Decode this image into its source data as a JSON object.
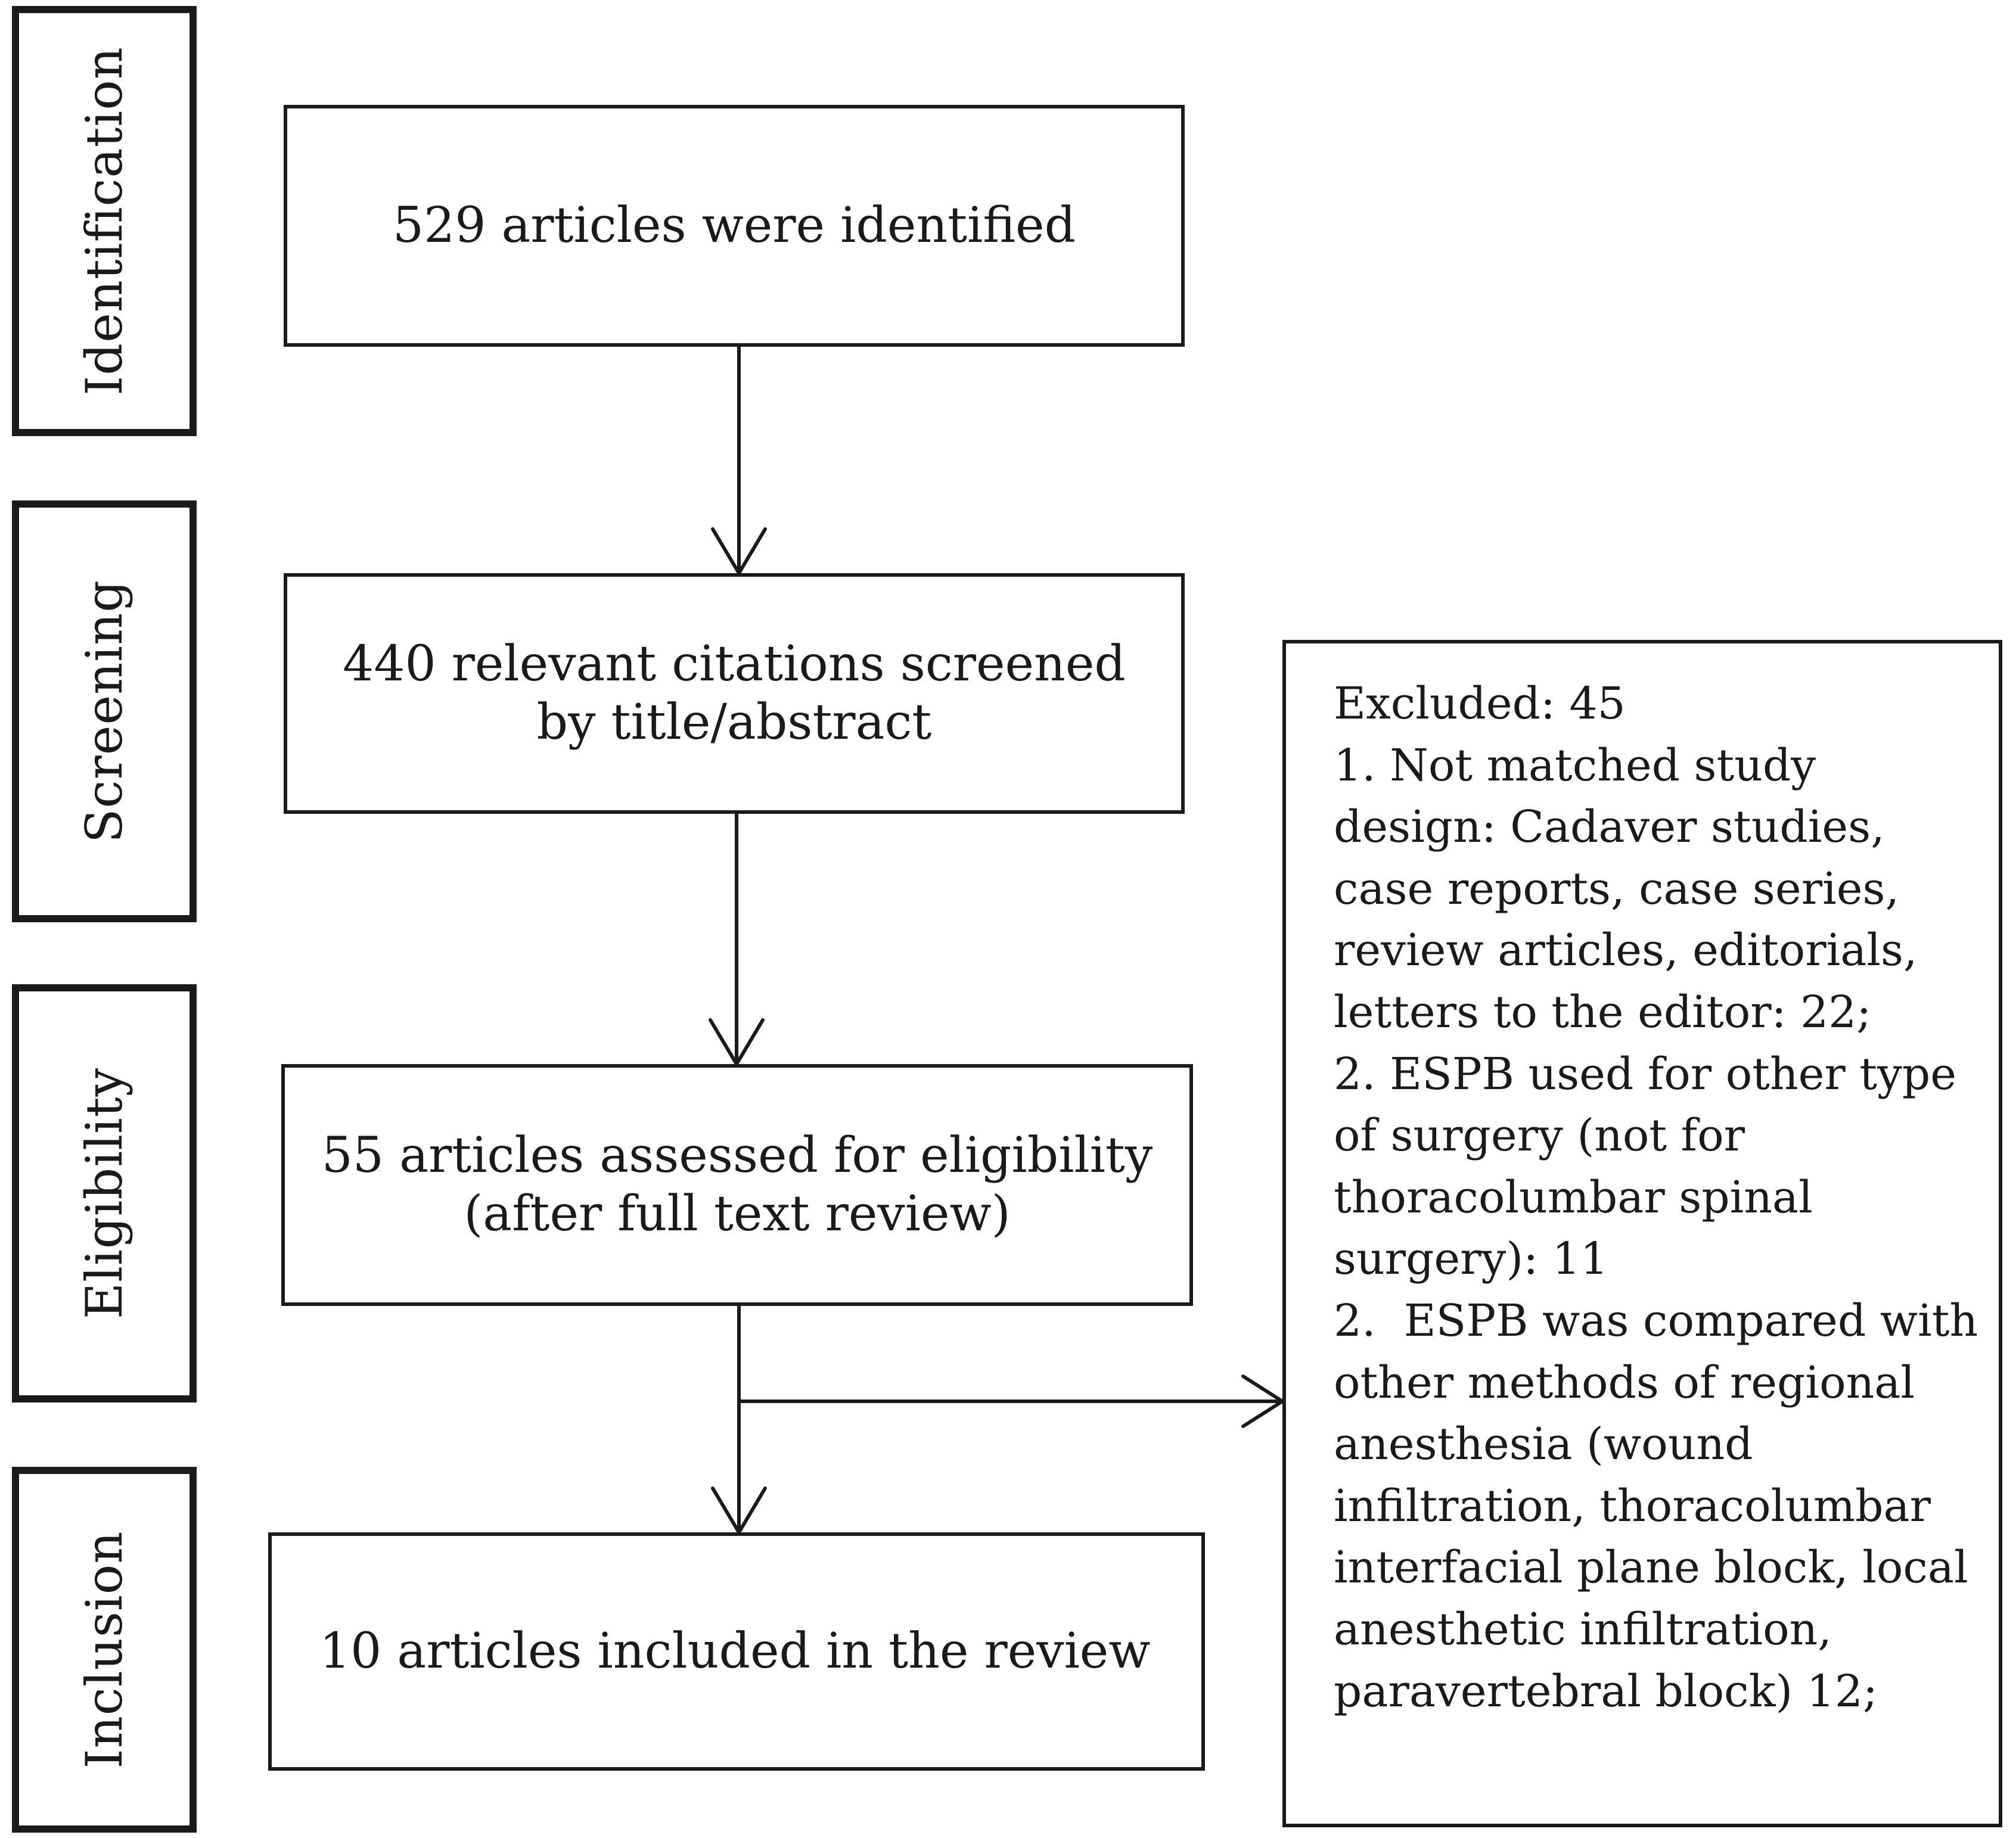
{
  "stages": [
    {
      "id": "identification",
      "label": "Identification"
    },
    {
      "id": "screening",
      "label": "Screening"
    },
    {
      "id": "eligibility",
      "label": "Eligibility"
    },
    {
      "id": "inclusion",
      "label": "Inclusion"
    }
  ],
  "boxes": {
    "identified": "529 articles were identified",
    "screened": "440 relevant citations screened by title/abstract",
    "eligibility": "55 articles assessed for eligibility (after full text review)",
    "included": "10 articles included in the review"
  },
  "exclusion": {
    "title": "Excluded: 45",
    "reason_1": "1. Not matched study design: Cadaver studies, case reports, case series, review articles, editorials, letters to the editor: 22;",
    "reason_2": "2. ESPB used for other type of surgery (not for thoracolumbar spinal surgery): 11",
    "reason_3": "2.  ESPB was compared with other methods of regional anesthesia (wound infiltration, thoracolumbar interfacial plane block, local anesthetic infiltration, paravertebral block) 12;"
  }
}
